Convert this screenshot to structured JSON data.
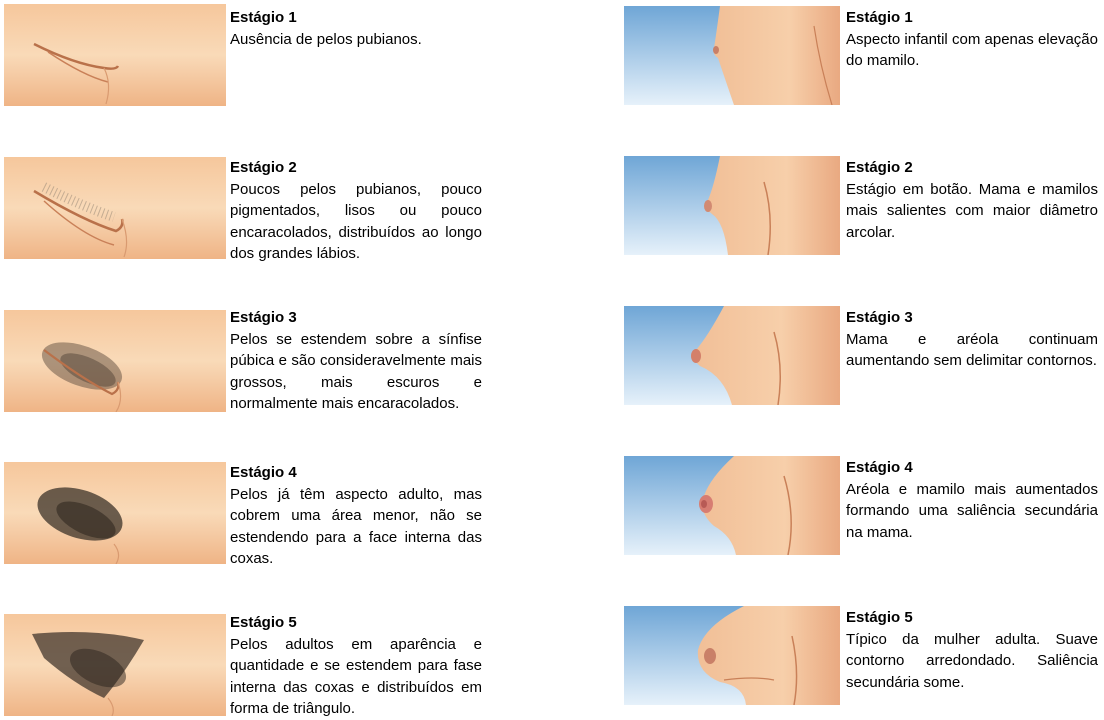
{
  "left_column": [
    {
      "title": "Estágio  1",
      "text": "Ausência de pelos pubianos.",
      "image": "pubic-stage-1-illustration"
    },
    {
      "title": "Estágio  2",
      "text": "Poucos pelos pubianos, pouco pigmentados, lisos ou pouco encaracolados, distribuídos ao longo dos grandes lábios.",
      "image": "pubic-stage-2-illustration"
    },
    {
      "title": "Estágio  3",
      "text": "Pelos se estendem sobre a sínfise púbica e são consideravelmente mais grossos, mais escuros e normalmente mais encaracolados.",
      "image": "pubic-stage-3-illustration"
    },
    {
      "title": "Estágio  4",
      "text": "Pelos já têm aspecto adulto, mas cobrem uma área menor, não se estendendo para a face interna das coxas.",
      "image": "pubic-stage-4-illustration"
    },
    {
      "title": "Estágio  5",
      "text": "Pelos adultos em aparência e quantidade e se estendem para fase interna das coxas e distribuídos em forma de triângulo.",
      "image": "pubic-stage-5-illustration"
    }
  ],
  "right_column": [
    {
      "title": "Estágio  1",
      "text": "Aspecto infantil com apenas elevação do mamilo.",
      "image": "breast-stage-1-illustration"
    },
    {
      "title": "Estágio  2",
      "text": "Estágio em botão. Mama e mamilos mais salientes com maior diâmetro arcolar.",
      "image": "breast-stage-2-illustration"
    },
    {
      "title": "Estágio  3",
      "text": "Mama e aréola continuam aumentando sem delimitar contornos.",
      "image": "breast-stage-3-illustration"
    },
    {
      "title": "Estágio  4",
      "text": "Aréola e mamilo mais aumentados formando uma saliência secundária na mama.",
      "image": "breast-stage-4-illustration"
    },
    {
      "title": "Estágio  5",
      "text": "Típico da mulher adulta. Suave contorno arredondado. Saliência secundária some.",
      "image": "breast-stage-5-illustration"
    }
  ],
  "colors": {
    "skin_light": "#f7d2a8",
    "skin_mid": "#efb488",
    "skin_dark": "#d48a5c",
    "sky_top": "#7fb2dc",
    "sky_bottom": "#eaf3fb",
    "hair": "#3b3128"
  }
}
